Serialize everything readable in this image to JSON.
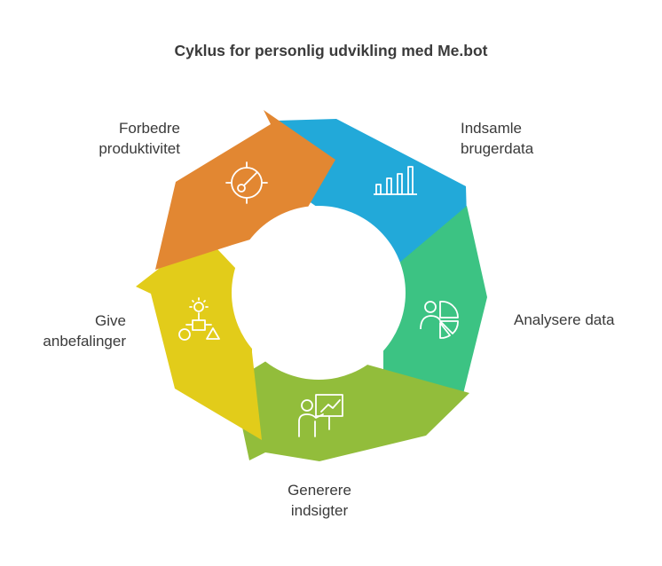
{
  "title": "Cyklus for personlig udvikling med Me.bot",
  "steps": [
    {
      "label_lines": [
        "Indsamle",
        "brugerdata"
      ],
      "color": "#22a9d9",
      "icon": "bar-chart-icon"
    },
    {
      "label_lines": [
        "Analysere data"
      ],
      "color": "#3cc383",
      "icon": "pie-analysis-icon"
    },
    {
      "label_lines": [
        "Generere",
        "indsigter"
      ],
      "color": "#92bd3b",
      "icon": "presentation-icon"
    },
    {
      "label_lines": [
        "Give",
        "anbefalinger"
      ],
      "color": "#e2cc1a",
      "icon": "lightbulb-flow-icon"
    },
    {
      "label_lines": [
        "Forbedre",
        "produktivitet"
      ],
      "color": "#e28732",
      "icon": "gauge-icon"
    }
  ]
}
